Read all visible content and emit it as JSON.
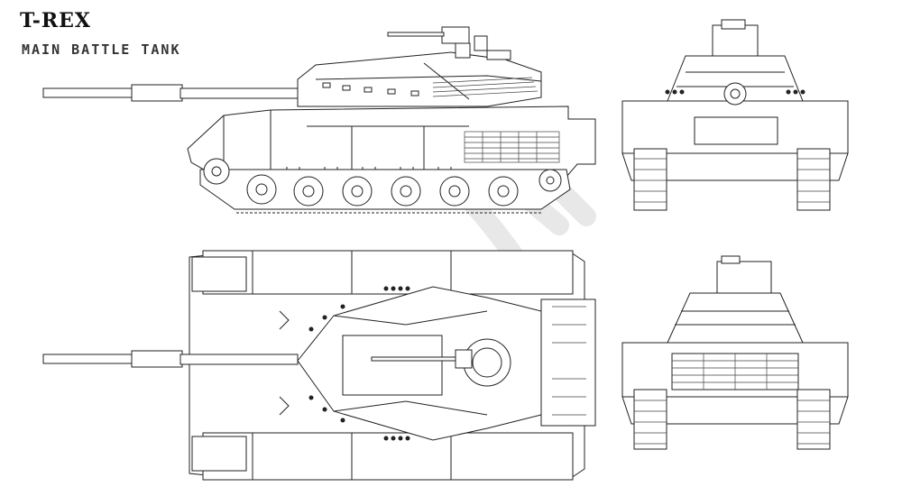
{
  "header": {
    "title": "T-REX",
    "subtitle": "MAIN BATTLE TANK"
  },
  "colors": {
    "background": "#ffffff",
    "line": "#222222",
    "watermark": "#e6e6e6"
  },
  "views": [
    "side-view",
    "top-view",
    "front-view",
    "rear-view"
  ]
}
